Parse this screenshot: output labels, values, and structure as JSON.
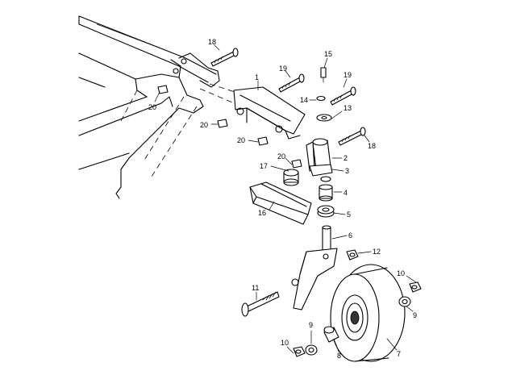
{
  "diagram": {
    "callouts": {
      "c1": "1",
      "c2": "2",
      "c3": "3",
      "c4": "4",
      "c5": "5",
      "c6": "6",
      "c7": "7",
      "c8": "8",
      "c9a": "9",
      "c9b": "9",
      "c10a": "10",
      "c10b": "10",
      "c11": "11",
      "c12": "12",
      "c13": "13",
      "c14": "14",
      "c15": "15",
      "c16": "16",
      "c17": "17",
      "c18a": "18",
      "c18b": "18",
      "c19a": "19",
      "c19b": "19",
      "c20a": "20",
      "c20b": "20",
      "c20c": "20",
      "c20d": "20"
    }
  }
}
